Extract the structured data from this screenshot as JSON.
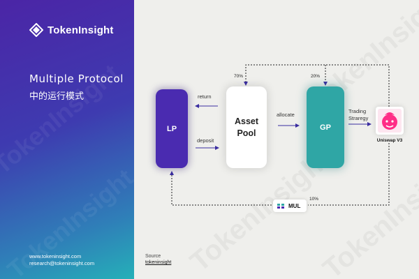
{
  "sidebar": {
    "brand_name": "TokenInsight",
    "title": "Multiple Protocol",
    "subtitle": "中的运行模式",
    "website": "www.tokeninsight.com",
    "email": "research@tokeninsight.com"
  },
  "diagram": {
    "nodes": {
      "lp": "LP",
      "asset_pool_line1": "Asset",
      "asset_pool_line2": "Pool",
      "gp": "GP",
      "uniswap": "Uniswap V3",
      "mul": "MUL"
    },
    "edges": {
      "return": "return",
      "deposit": "deposit",
      "allocate": "allocate",
      "trading_line1": "Trading",
      "trading_line2": "Straregy"
    },
    "percentages": {
      "to_pool": "70%",
      "to_gp": "20%",
      "to_mul": "10%"
    }
  },
  "source": {
    "label": "Source",
    "value": "tokeninsight"
  },
  "watermark": "TokenInsight",
  "colors": {
    "lp": "#4a2bb0",
    "gp": "#2fa6a5",
    "arrow": "#3a2da0",
    "uniswap_pink": "#ff2d87"
  }
}
